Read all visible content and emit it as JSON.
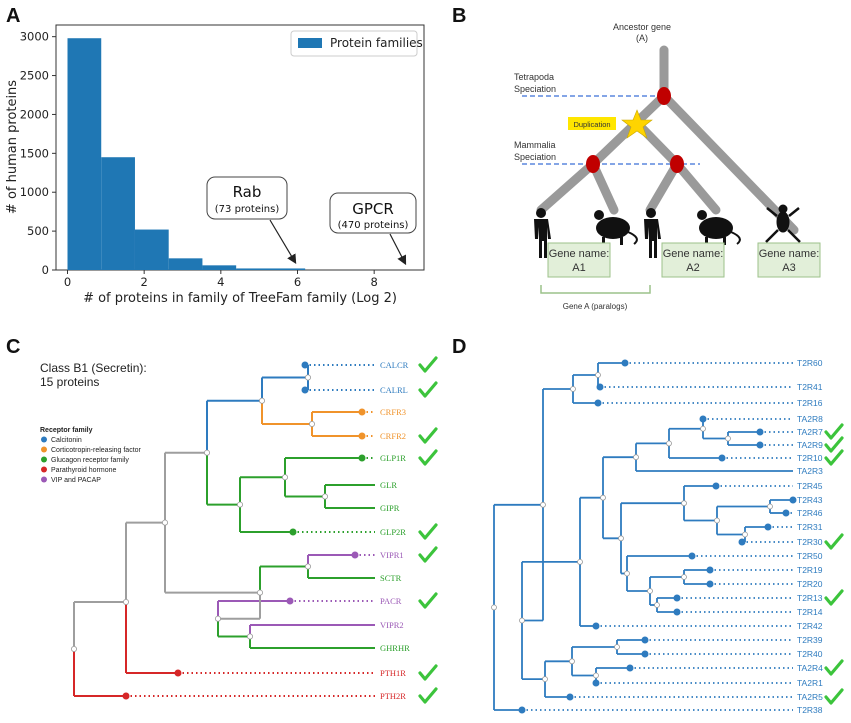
{
  "panel_labels": {
    "a": "A",
    "b": "B",
    "c": "C",
    "d": "D"
  },
  "colors": {
    "bar": "#1f77b4",
    "calcitonin": "#2e7bbf",
    "crf": "#f0932b",
    "glucagon": "#2ca02c",
    "parathyroid": "#d62728",
    "vip": "#9b59b6",
    "grey": "#9e9e9e",
    "check": "#3cc43c",
    "tree_d": "#2e7bbf"
  },
  "chart_data": [
    {
      "type": "bar",
      "panel": "A",
      "series": [
        {
          "name": "Protein families",
          "values": [
            2980,
            1450,
            520,
            150,
            60,
            20
          ]
        }
      ],
      "bin_edges": [
        0,
        0.88,
        1.76,
        2.64,
        3.52,
        4.4,
        6.2
      ],
      "xlabel": "# of proteins in family of TreeFam family (Log 2)",
      "ylabel": "# of human proteins",
      "xlim": [
        -0.3,
        9.3
      ],
      "ylim": [
        0,
        3150
      ],
      "xticks": [
        "0",
        "2",
        "4",
        "6",
        "8"
      ],
      "yticks": [
        "0",
        "500",
        "1000",
        "1500",
        "2000",
        "2500",
        "3000"
      ],
      "legend": "top-right",
      "annotations": [
        {
          "title": "Rab",
          "subtitle": "(73 proteins)",
          "x": 6.2,
          "y": 0
        },
        {
          "title": "GPCR",
          "subtitle": "(470 proteins)",
          "x": 8.9,
          "y": 0
        }
      ]
    },
    {
      "type": "tree",
      "panel": "C",
      "title": "Class B1 (Secretin):",
      "subtitle": "15 proteins",
      "legend_title": "Receptor family",
      "legend": [
        "Calcitonin",
        "Corticotropin-releasing factor",
        "Glucagon receptor family",
        "Parathyroid hormone",
        "VIP and PACAP"
      ],
      "leaves": [
        {
          "name": "CALCR",
          "family": "calcitonin",
          "check": true
        },
        {
          "name": "CALRL",
          "family": "calcitonin",
          "check": true
        },
        {
          "name": "CRFR3",
          "family": "crf",
          "check": false
        },
        {
          "name": "CRFR2",
          "family": "crf",
          "check": true
        },
        {
          "name": "GLP1R",
          "family": "glucagon",
          "check": true
        },
        {
          "name": "GLR",
          "family": "glucagon",
          "check": false
        },
        {
          "name": "GIPR",
          "family": "glucagon",
          "check": false
        },
        {
          "name": "GLP2R",
          "family": "glucagon",
          "check": true
        },
        {
          "name": "VIPR1",
          "family": "vip",
          "check": true
        },
        {
          "name": "SCTR",
          "family": "glucagon",
          "check": false
        },
        {
          "name": "PACR",
          "family": "vip",
          "check": true
        },
        {
          "name": "VIPR2",
          "family": "vip",
          "check": false
        },
        {
          "name": "GHRHR",
          "family": "glucagon",
          "check": false
        },
        {
          "name": "PTH1R",
          "family": "parathyroid",
          "check": true
        },
        {
          "name": "PTH2R",
          "family": "parathyroid",
          "check": true
        }
      ]
    },
    {
      "type": "tree",
      "panel": "D",
      "leaves": [
        {
          "name": "T2R60",
          "check": false
        },
        {
          "name": "T2R41",
          "check": false
        },
        {
          "name": "T2R16",
          "check": false
        },
        {
          "name": "TA2R8",
          "check": false
        },
        {
          "name": "TA2R7",
          "check": true
        },
        {
          "name": "TA2R9",
          "check": true
        },
        {
          "name": "T2R10",
          "check": true
        },
        {
          "name": "TA2R3",
          "check": false
        },
        {
          "name": "T2R45",
          "check": false
        },
        {
          "name": "T2R43",
          "check": false
        },
        {
          "name": "T2R46",
          "check": false
        },
        {
          "name": "T2R31",
          "check": false
        },
        {
          "name": "T2R30",
          "check": true
        },
        {
          "name": "T2R50",
          "check": false
        },
        {
          "name": "T2R19",
          "check": false
        },
        {
          "name": "T2R20",
          "check": false
        },
        {
          "name": "T2R13",
          "check": true
        },
        {
          "name": "T2R14",
          "check": false
        },
        {
          "name": "T2R42",
          "check": false
        },
        {
          "name": "T2R39",
          "check": false
        },
        {
          "name": "T2R40",
          "check": false
        },
        {
          "name": "TA2R4",
          "check": true
        },
        {
          "name": "TA2R1",
          "check": false
        },
        {
          "name": "TA2R5",
          "check": true
        },
        {
          "name": "T2R38",
          "check": false
        }
      ]
    }
  ],
  "diagram_b": {
    "ancestor_line1": "Ancestor gene",
    "ancestor_line2": "(A)",
    "tetrapoda_line1": "Tetrapoda",
    "tetrapoda_line2": "Speciation",
    "duplication": "Duplication",
    "mammalia_line1": "Mammalia",
    "mammalia_line2": "Speciation",
    "genes": [
      {
        "line1": "Gene name:",
        "line2": "A1"
      },
      {
        "line1": "Gene name:",
        "line2": "A2"
      },
      {
        "line1": "Gene name:",
        "line2": "A3"
      }
    ],
    "paralogs": "Gene A (paralogs)"
  }
}
